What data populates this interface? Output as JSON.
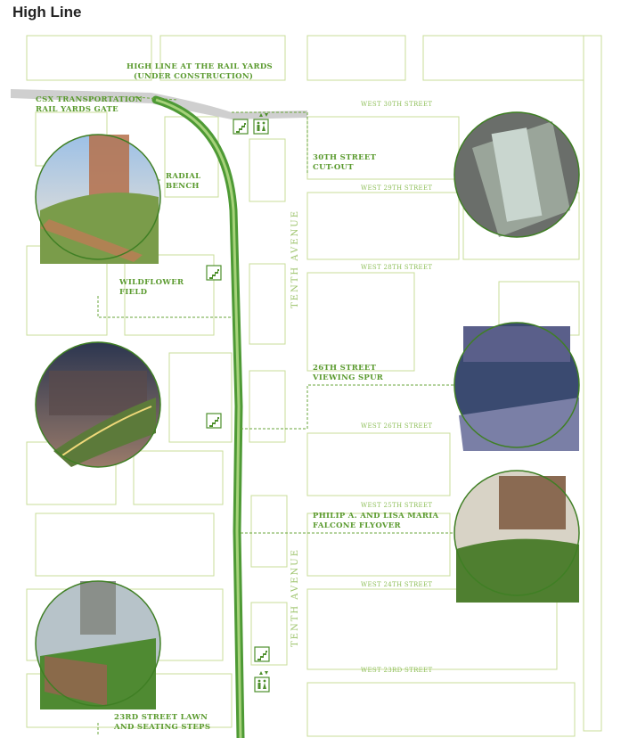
{
  "page": {
    "title": "High Line"
  },
  "labels": {
    "rail_yards": [
      "HIGH LINE AT THE RAIL YARDS",
      "(UNDER CONSTRUCTION)"
    ],
    "csx_gate": [
      "CSX TRANSPORTATION",
      "RAIL YARDS GATE"
    ],
    "radial_bench": [
      "RADIAL",
      "BENCH"
    ],
    "wildflower": [
      "WILDFLOWER",
      "FIELD"
    ],
    "cut_out": [
      "30TH STREET",
      "CUT-OUT"
    ],
    "viewing_spur": [
      "26TH STREET",
      "VIEWING SPUR"
    ],
    "flyover": [
      "PHILIP A. AND LISA MARIA",
      "FALCONE FLYOVER"
    ],
    "lawn": [
      "23RD STREET LAWN",
      "AND SEATING STEPS"
    ]
  },
  "streets": {
    "w30": "WEST 30TH STREET",
    "w29": "WEST 29TH STREET",
    "w28": "WEST 28TH STREET",
    "w26": "WEST 26TH STREET",
    "w25": "WEST 25TH STREET",
    "w24": "WEST 24TH STREET",
    "w23": "WEST 23RD STREET"
  },
  "avenues": {
    "tenth_upper": "TENTH AVENUE",
    "tenth_lower": "TENTH AVENUE"
  },
  "icons": [
    "stairs-icon",
    "elevator-icon",
    "restroom-icon"
  ],
  "colors": {
    "path_green": "#4e9a35",
    "building_line": "#c8dd99",
    "label_green": "#5a9a2e",
    "rail_gray": "#cfcfcf"
  }
}
